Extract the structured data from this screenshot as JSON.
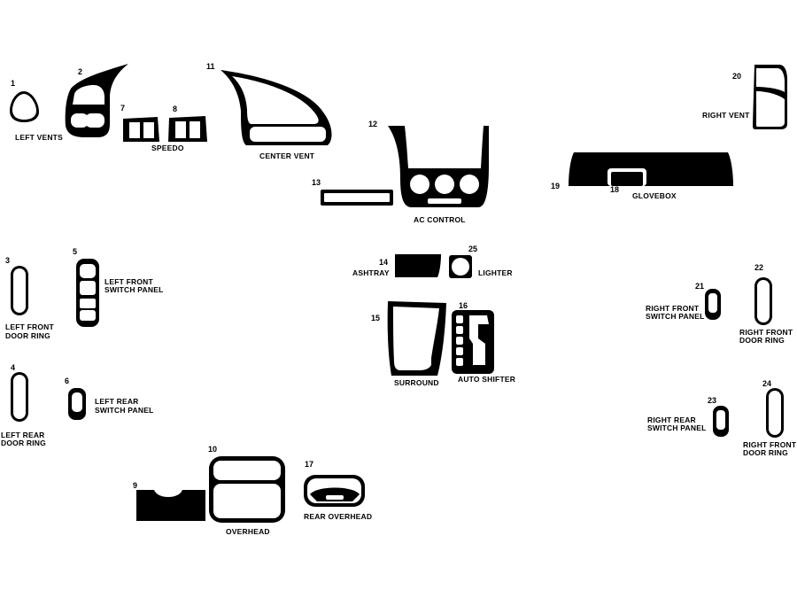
{
  "parts": [
    {
      "id": "1",
      "label": [
        "LEFT VENTS"
      ]
    },
    {
      "id": "2",
      "label": []
    },
    {
      "id": "3",
      "label": [
        "LEFT FRONT",
        "DOOR RING"
      ]
    },
    {
      "id": "4",
      "label": [
        "LEFT REAR",
        "DOOR RING"
      ]
    },
    {
      "id": "5",
      "label": [
        "LEFT FRONT",
        "SWITCH PANEL"
      ]
    },
    {
      "id": "6",
      "label": [
        "LEFT REAR",
        "SWITCH PANEL"
      ]
    },
    {
      "id": "7",
      "label": [
        "SPEEDO"
      ]
    },
    {
      "id": "8",
      "label": []
    },
    {
      "id": "9",
      "label": []
    },
    {
      "id": "10",
      "label": [
        "OVERHEAD"
      ]
    },
    {
      "id": "11",
      "label": [
        "CENTER VENT"
      ]
    },
    {
      "id": "12",
      "label": [
        "AC CONTROL"
      ]
    },
    {
      "id": "13",
      "label": []
    },
    {
      "id": "14",
      "label": [
        "ASHTRAY"
      ]
    },
    {
      "id": "15",
      "label": [
        "SURROUND"
      ]
    },
    {
      "id": "16",
      "label": [
        "AUTO SHIFTER"
      ]
    },
    {
      "id": "17",
      "label": [
        "REAR OVERHEAD"
      ]
    },
    {
      "id": "18",
      "label": [
        "GLOVEBOX"
      ]
    },
    {
      "id": "19",
      "label": []
    },
    {
      "id": "20",
      "label": [
        "RIGHT VENT"
      ]
    },
    {
      "id": "21",
      "label": [
        "RIGHT FRONT",
        "SWITCH PANEL"
      ]
    },
    {
      "id": "22",
      "label": [
        "RIGHT FRONT",
        "DOOR RING"
      ]
    },
    {
      "id": "23",
      "label": [
        "RIGHT REAR",
        "SWITCH PANEL"
      ]
    },
    {
      "id": "24",
      "label": [
        "RIGHT FRONT",
        "DOOR RING"
      ]
    },
    {
      "id": "25",
      "label": [
        "LIGHTER"
      ]
    }
  ]
}
